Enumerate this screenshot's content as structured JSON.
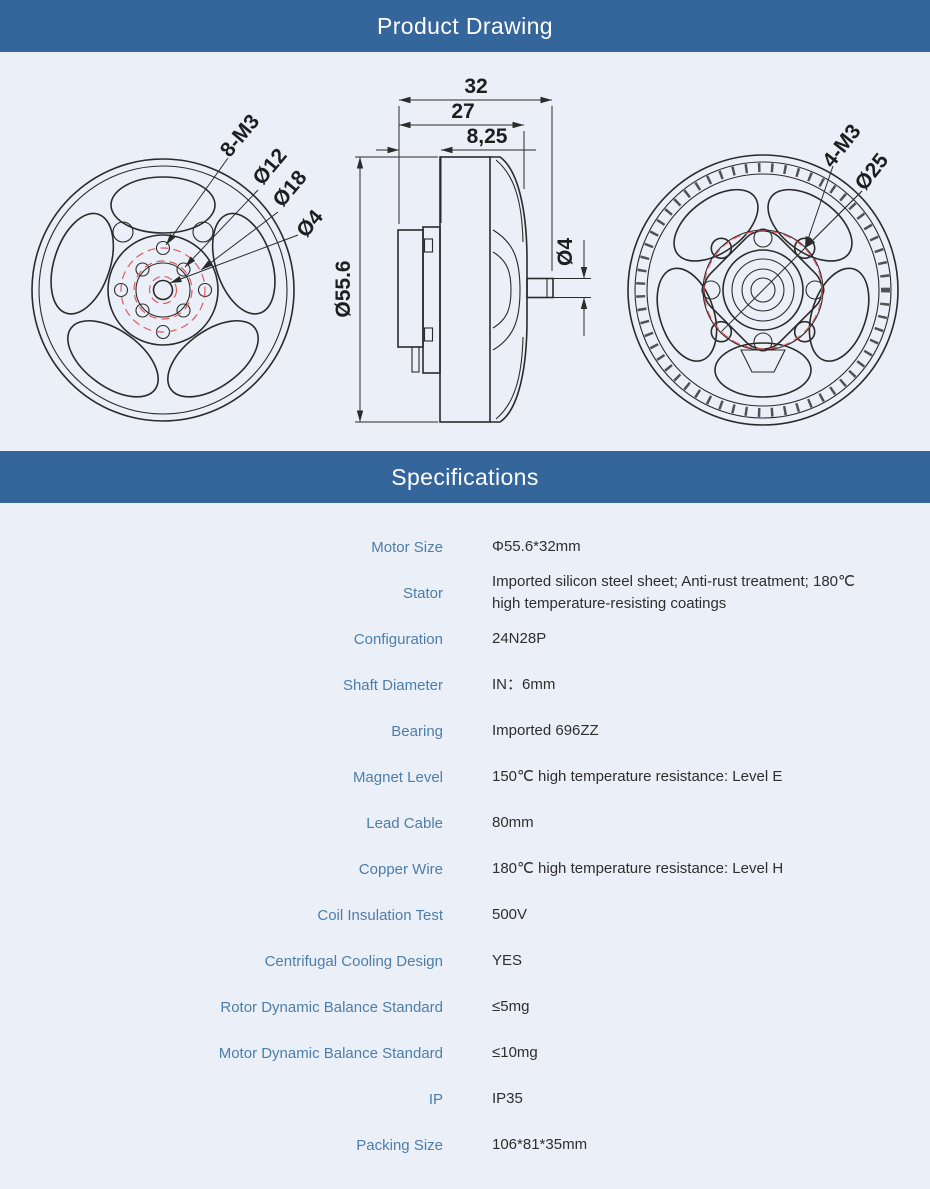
{
  "header": {
    "title": "Product Drawing"
  },
  "specs_header": {
    "title": "Specifications"
  },
  "drawing": {
    "front": {
      "bolt_holes": "8-M3",
      "bolt_circle_small": "Ø12",
      "bolt_circle_large": "Ø18",
      "shaft_hole": "Ø4"
    },
    "side": {
      "length_total": "32",
      "length_body": "27",
      "length_mount": "8,25",
      "diameter": "Ø55.6",
      "shaft_diameter": "Ø4"
    },
    "rear": {
      "mount_holes": "4-M3",
      "mount_circle": "Ø25"
    }
  },
  "specs": {
    "rows": [
      {
        "label": "Motor Size",
        "value": "Φ55.6*32mm"
      },
      {
        "label": "Stator",
        "value": "Imported silicon steel sheet; Anti-rust treatment; 180℃ high temperature-resisting coatings"
      },
      {
        "label": "Configuration",
        "value": "24N28P"
      },
      {
        "label": "Shaft Diameter",
        "value": "IN：6mm"
      },
      {
        "label": "Bearing",
        "value": "Imported 696ZZ"
      },
      {
        "label": "Magnet Level",
        "value": "150℃ high temperature resistance: Level E"
      },
      {
        "label": "Lead Cable",
        "value": "80mm"
      },
      {
        "label": "Copper Wire",
        "value": "180℃ high temperature resistance: Level H"
      },
      {
        "label": "Coil Insulation Test",
        "value": "500V"
      },
      {
        "label": "Centrifugal Cooling Design",
        "value": "YES"
      },
      {
        "label": "Rotor Dynamic Balance Standard",
        "value": "≤5mg"
      },
      {
        "label": "Motor Dynamic Balance Standard",
        "value": "≤10mg"
      },
      {
        "label": "IP",
        "value": "IP35"
      },
      {
        "label": "Packing Size",
        "value": "106*81*35mm"
      }
    ]
  },
  "colors": {
    "accent_blue": "#34659b",
    "label_blue": "#4d7ea9",
    "background": "#ebeff7",
    "line": "#2b2b2b",
    "red_dashed": "#e05a5a"
  }
}
